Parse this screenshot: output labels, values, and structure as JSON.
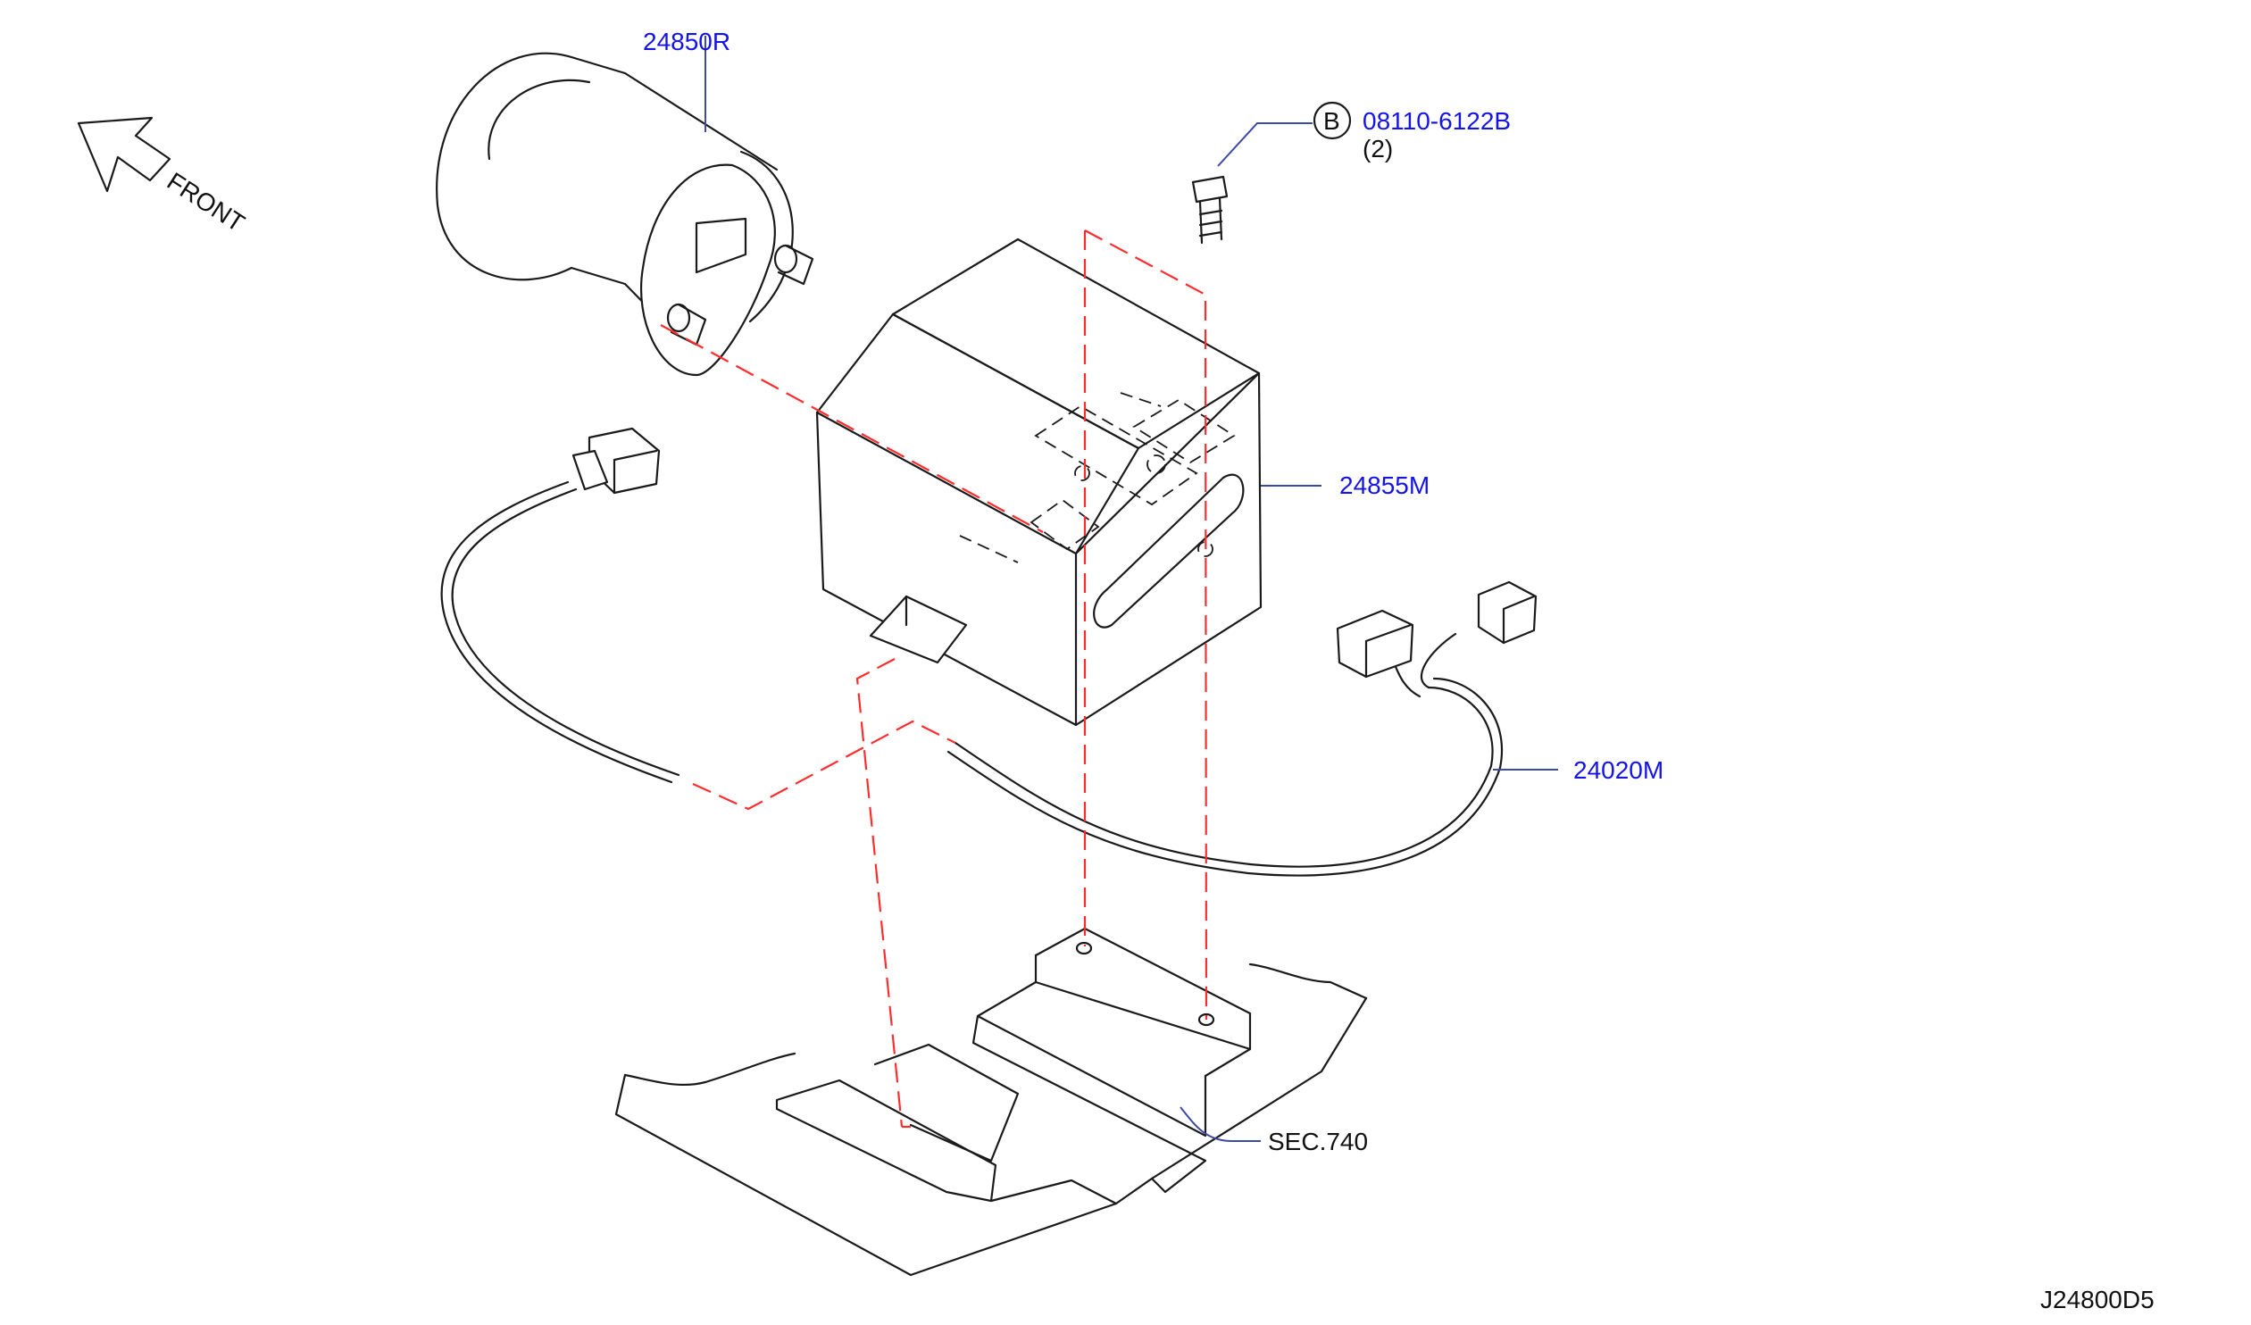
{
  "colors": {
    "part_number": "#1414e6",
    "text": "#111111",
    "line": "#1a1a1a",
    "phantom_line": "#ff2d2d",
    "leader": "#3a4aa6"
  },
  "front_indicator": {
    "label": "FRONT",
    "icon": "arrow-up-left"
  },
  "callouts": {
    "sensor": {
      "part_no": "24850R"
    },
    "bolt": {
      "circle_letter": "B",
      "part_no": "08110-6122B",
      "qty": "(2)"
    },
    "bracket": {
      "part_no": "24855M"
    },
    "harness": {
      "part_no": "24020M"
    },
    "floor": {
      "ref": "SEC.740"
    }
  },
  "diagram_id": "J24800D5"
}
